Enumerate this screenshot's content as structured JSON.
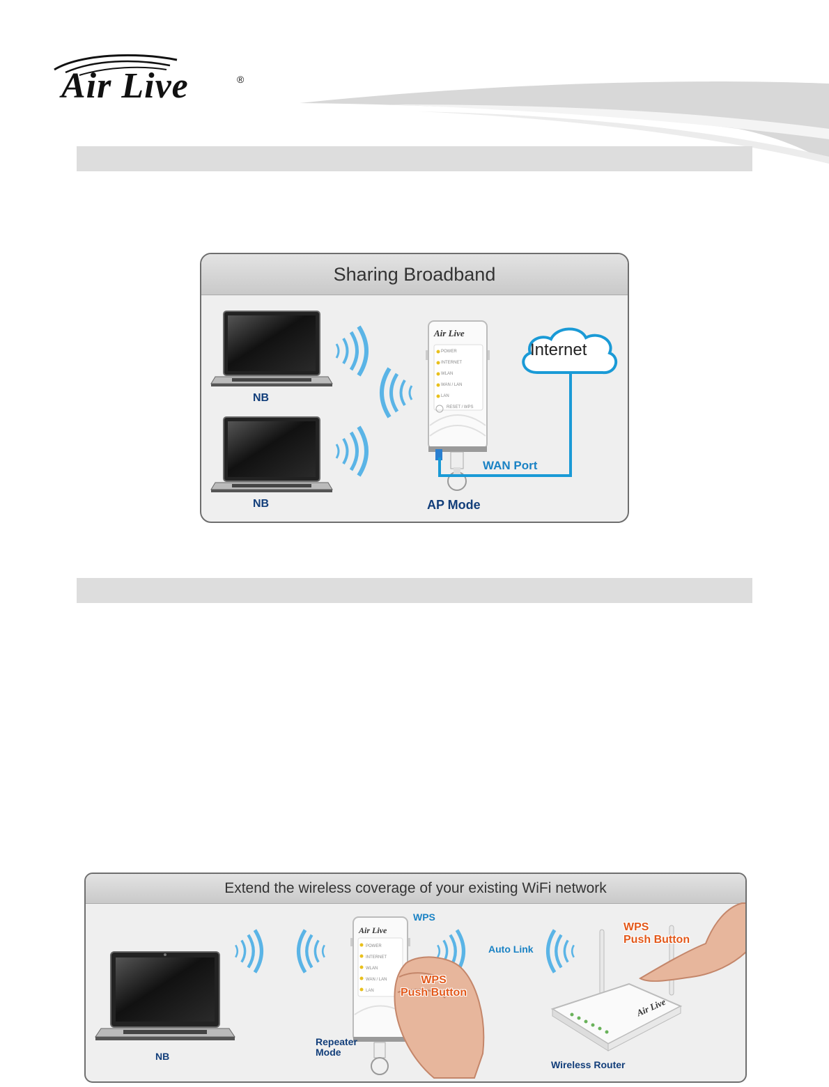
{
  "logo": {
    "text": "Air Live",
    "mark": "®"
  },
  "diagram1": {
    "title": "Sharing Broadband",
    "labels": {
      "nb_top": "NB",
      "nb_bottom": "NB",
      "internet": "Internet",
      "wan_port": "WAN Port",
      "ap_mode": "AP Mode"
    },
    "device_brand": "Air Live",
    "device_leds": [
      "POWER",
      "INTERNET",
      "WLAN",
      "WAN / LAN",
      "LAN"
    ],
    "device_button": "RESET / WPS"
  },
  "diagram2": {
    "title": "Extend the wireless coverage of your existing WiFi network",
    "labels": {
      "wps": "WPS",
      "auto_link": "Auto Link",
      "wps_push_1": "WPS",
      "wps_push_1b": "Push Button",
      "wps_push_2": "WPS",
      "wps_push_2b": "Push Button",
      "nb": "NB",
      "repeater_1": "Repeater",
      "repeater_2": "Mode",
      "wireless_router": "Wireless Router"
    },
    "device_brand": "Air Live",
    "device_leds": [
      "POWER",
      "INTERNET",
      "WLAN",
      "WAN / LAN",
      "LAN"
    ],
    "router_brand": "Air Live"
  },
  "colors": {
    "bar": "#dddddd",
    "cable": "#1a9ad6",
    "wave": "#5ab4e6",
    "label_navy": "#123e7a",
    "label_blue": "#1a82c4",
    "wps_orange": "#e2581a"
  }
}
